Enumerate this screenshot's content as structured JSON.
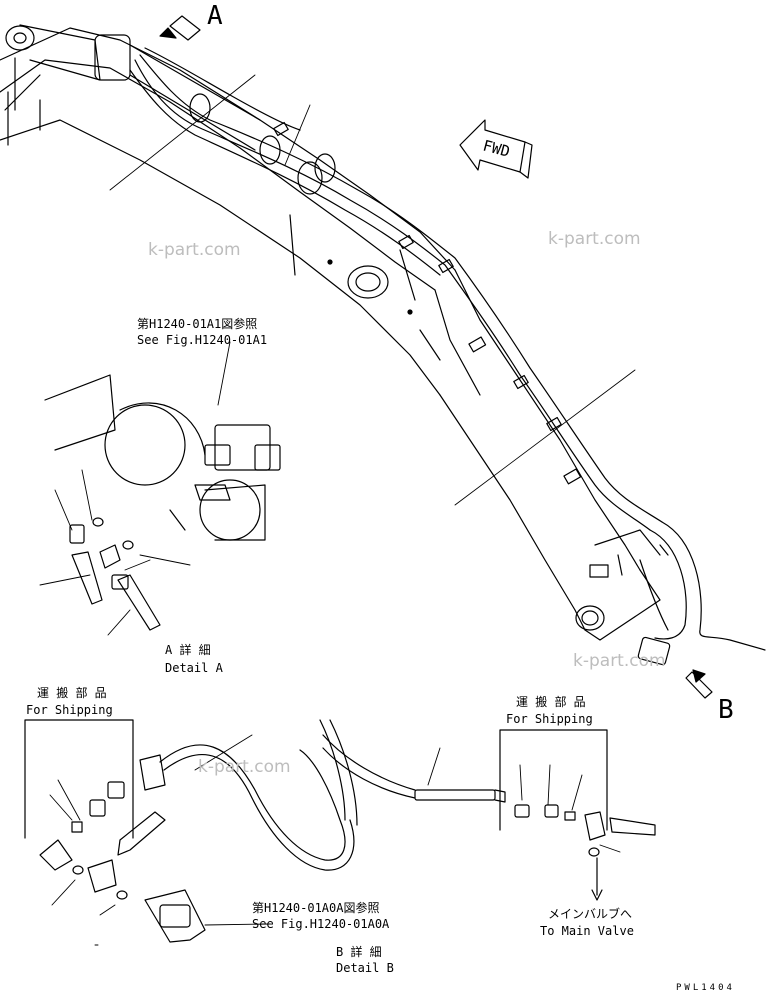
{
  "callout_a": "A",
  "callout_b": "B",
  "fwd": "FWD",
  "watermark": "k-part.com",
  "ref_top_jp": "第H1240-01A1図参照",
  "ref_top_en": "See Fig.H1240-01A1",
  "detail_a_jp": "A 詳 細",
  "detail_a_en": "Detail A",
  "shipping_left_jp": "運 搬 部 品",
  "shipping_left_en": "For Shipping",
  "shipping_right_jp": "運 搬 部 品",
  "shipping_right_en": "For Shipping",
  "ref_bottom_jp": "第H1240-01A0A図参照",
  "ref_bottom_en": "See Fig.H1240-01A0A",
  "detail_b_jp": "B 詳 細",
  "detail_b_en": "Detail B",
  "main_valve_jp": "メインバルブへ",
  "main_valve_en": "To Main Valve",
  "drawing_code": "PWL1404"
}
